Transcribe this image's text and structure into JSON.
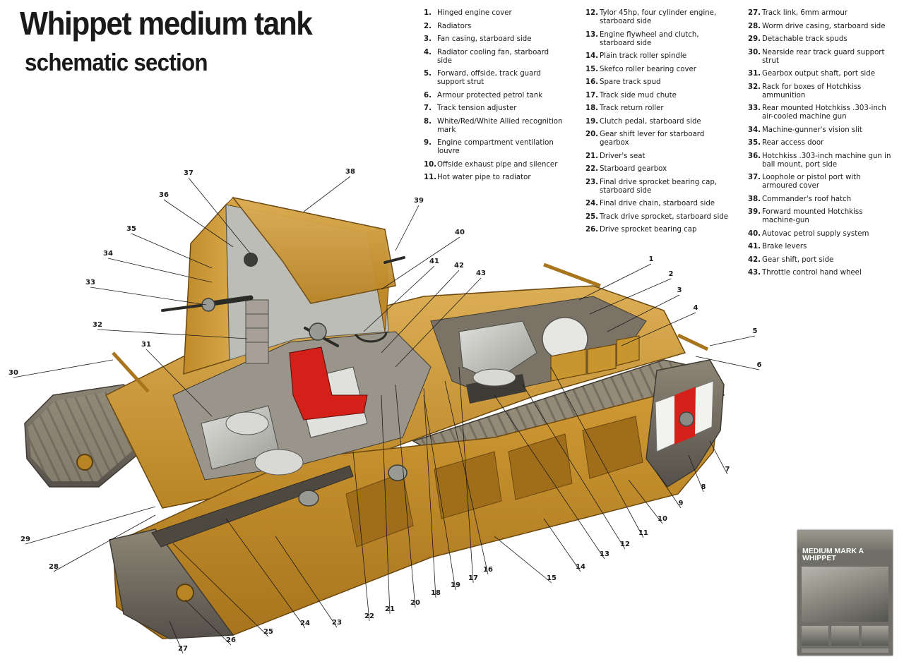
{
  "title": "Whippet medium tank",
  "subtitle": "schematic section",
  "legend": {
    "column_1": [
      {
        "num": "1.",
        "text": "Hinged engine cover"
      },
      {
        "num": "2.",
        "text": "Radiators"
      },
      {
        "num": "3.",
        "text": "Fan casing, starboard side"
      },
      {
        "num": "4.",
        "text": "Radiator cooling fan, starboard side"
      },
      {
        "num": "5.",
        "text": "Forward, offside, track guard support strut"
      },
      {
        "num": "6.",
        "text": "Armour protected petrol tank"
      },
      {
        "num": "7.",
        "text": "Track tension adjuster"
      },
      {
        "num": "8.",
        "text": "White/Red/White Allied recognition mark"
      },
      {
        "num": "9.",
        "text": "Engine compartment ventilation louvre"
      },
      {
        "num": "10.",
        "text": "Offside exhaust pipe and silencer"
      },
      {
        "num": "11.",
        "text": "Hot water pipe to radiator"
      }
    ],
    "column_2": [
      {
        "num": "12.",
        "text": "Tylor 45hp, four cylinder engine, starboard side"
      },
      {
        "num": "13.",
        "text": "Engine flywheel and clutch, starboard side"
      },
      {
        "num": "14.",
        "text": "Plain track roller spindle"
      },
      {
        "num": "15.",
        "text": "Skefco roller bearing cover"
      },
      {
        "num": "16.",
        "text": "Spare track spud"
      },
      {
        "num": "17.",
        "text": "Track side mud chute"
      },
      {
        "num": "18.",
        "text": "Track return roller"
      },
      {
        "num": "19.",
        "text": "Clutch pedal, starboard side"
      },
      {
        "num": "20.",
        "text": "Gear shift lever for starboard gearbox"
      },
      {
        "num": "21.",
        "text": "Driver's seat"
      },
      {
        "num": "22.",
        "text": "Starboard gearbox"
      },
      {
        "num": "23.",
        "text": "Final drive sprocket bearing cap, starboard side"
      },
      {
        "num": "24.",
        "text": "Final drive chain, starboard side"
      },
      {
        "num": "25.",
        "text": "Track drive sprocket, starboard side"
      },
      {
        "num": "26.",
        "text": "Drive sprocket bearing cap"
      }
    ],
    "column_3": [
      {
        "num": "27.",
        "text": "Track link, 6mm armour"
      },
      {
        "num": "28.",
        "text": "Worm drive casing, starboard side"
      },
      {
        "num": "29.",
        "text": "Detachable track spuds"
      },
      {
        "num": "30.",
        "text": "Nearside rear track guard support strut"
      },
      {
        "num": "31.",
        "text": "Gearbox output shaft, port side"
      },
      {
        "num": "32.",
        "text": "Rack for boxes of Hotchkiss ammunition"
      },
      {
        "num": "33.",
        "text": "Rear mounted Hotchkiss .303-inch air-cooled machine gun"
      },
      {
        "num": "34.",
        "text": "Machine-gunner's vision slit"
      },
      {
        "num": "35.",
        "text": "Rear access door"
      },
      {
        "num": "36.",
        "text": "Hotchkiss .303-inch machine gun in ball mount, port side"
      },
      {
        "num": "37.",
        "text": "Loophole or pistol port with armoured cover"
      },
      {
        "num": "38.",
        "text": " Commander's roof hatch"
      },
      {
        "num": "39.",
        "text": "Forward mounted Hotchkiss machine-gun"
      },
      {
        "num": "40.",
        "text": "Autovac petrol supply system"
      },
      {
        "num": "41.",
        "text": "Brake levers"
      },
      {
        "num": "42.",
        "text": "Gear shift, port side"
      },
      {
        "num": "43.",
        "text": "Throttle control hand wheel"
      }
    ]
  },
  "callouts": [
    "1",
    "2",
    "3",
    "4",
    "5",
    "6",
    "7",
    "8",
    "9",
    "10",
    "11",
    "12",
    "13",
    "14",
    "15",
    "16",
    "17",
    "18",
    "19",
    "20",
    "21",
    "22",
    "23",
    "24",
    "25",
    "26",
    "27",
    "28",
    "29",
    "30",
    "31",
    "32",
    "33",
    "34",
    "35",
    "36",
    "37",
    "38",
    "39",
    "40",
    "41",
    "42",
    "43"
  ],
  "book_cover": {
    "title_line_1": "Medium Mark A",
    "title_line_2": "Whippet"
  },
  "colors": {
    "hull_tan": "#c8952e",
    "hull_dark": "#8a5e16",
    "hull_light": "#dcae55",
    "interior_grey": "#b8b8b2",
    "track_grey": "#6b6558",
    "recognition_red": "#d42018",
    "recognition_white": "#f2f2ee"
  }
}
